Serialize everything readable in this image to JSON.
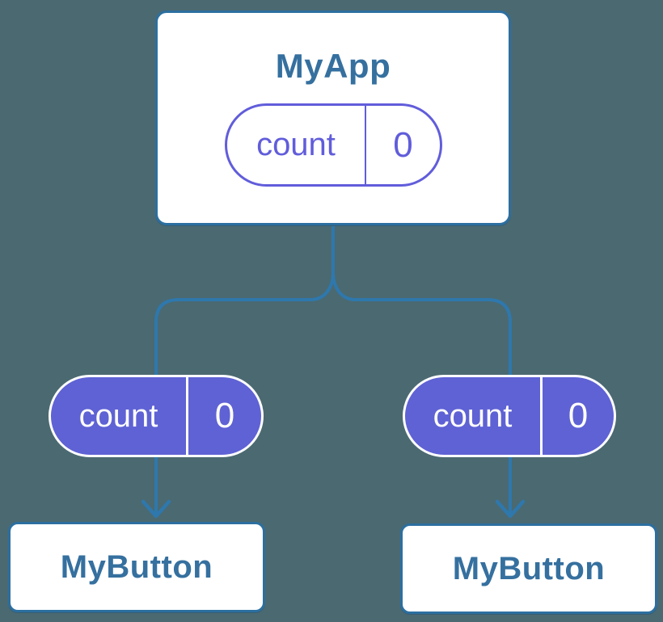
{
  "colors": {
    "bg": "#4B6971",
    "line": "#2E78AD",
    "node-border": "#2C6FA0",
    "node-text": "#35709F",
    "purple": "#615DDB",
    "pill-fill": "#5F62D4",
    "pill-text-light": "#FFFFFF",
    "node-bg": "#FFFFFF"
  },
  "root": {
    "title": "MyApp",
    "state": {
      "name": "count",
      "value": "0"
    }
  },
  "children": [
    {
      "title": "MyButton",
      "state": {
        "name": "count",
        "value": "0"
      }
    },
    {
      "title": "MyButton",
      "state": {
        "name": "count",
        "value": "0"
      }
    }
  ]
}
